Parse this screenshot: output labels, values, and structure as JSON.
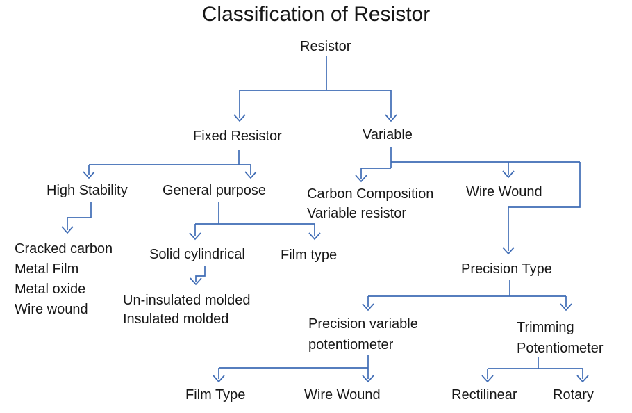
{
  "title": "Classification of Resistor",
  "colors": {
    "line": "#3f6cb5",
    "text": "#171717",
    "background": "#ffffff"
  },
  "nodes": {
    "resistor": "Resistor",
    "fixed_resistor": "Fixed Resistor",
    "variable": "Variable",
    "high_stability": "High Stability",
    "general_purpose": "General purpose",
    "high_stability_types": [
      "Cracked carbon",
      "Metal Film",
      "Metal oxide",
      "Wire wound"
    ],
    "solid_cylindrical": "Solid cylindrical",
    "film_type": "Film type",
    "molded_types": [
      "Un-insulated molded",
      "Insulated molded"
    ],
    "carbon_composition": [
      "Carbon Composition",
      "Variable resistor"
    ],
    "wire_wound": "Wire Wound",
    "precision_type": "Precision Type",
    "precision_variable": [
      "Precision variable",
      "potentiometer"
    ],
    "trimming": [
      "Trimming",
      "Potentiometer"
    ],
    "precision_film_type": "Film Type",
    "precision_wire_wound": "Wire Wound",
    "rectilinear": "Rectilinear",
    "rotary": "Rotary"
  },
  "hierarchy": [
    {
      "parent": "Resistor",
      "children": [
        "Fixed Resistor",
        "Variable"
      ]
    },
    {
      "parent": "Fixed Resistor",
      "children": [
        "High Stability",
        "General purpose"
      ]
    },
    {
      "parent": "High Stability",
      "children": [
        "Cracked carbon",
        "Metal Film",
        "Metal oxide",
        "Wire wound"
      ]
    },
    {
      "parent": "General purpose",
      "children": [
        "Solid cylindrical",
        "Film type"
      ]
    },
    {
      "parent": "Solid cylindrical",
      "children": [
        "Un-insulated molded",
        "Insulated molded"
      ]
    },
    {
      "parent": "Variable",
      "children": [
        "Carbon Composition Variable resistor",
        "Wire Wound"
      ]
    },
    {
      "parent": "Wire Wound",
      "children": [
        "Precision Type"
      ]
    },
    {
      "parent": "Precision Type",
      "children": [
        "Precision variable potentiometer",
        "Trimming Potentiometer"
      ]
    },
    {
      "parent": "Precision variable potentiometer",
      "children": [
        "Film Type",
        "Wire Wound"
      ]
    },
    {
      "parent": "Trimming Potentiometer",
      "children": [
        "Rectilinear",
        "Rotary"
      ]
    }
  ]
}
